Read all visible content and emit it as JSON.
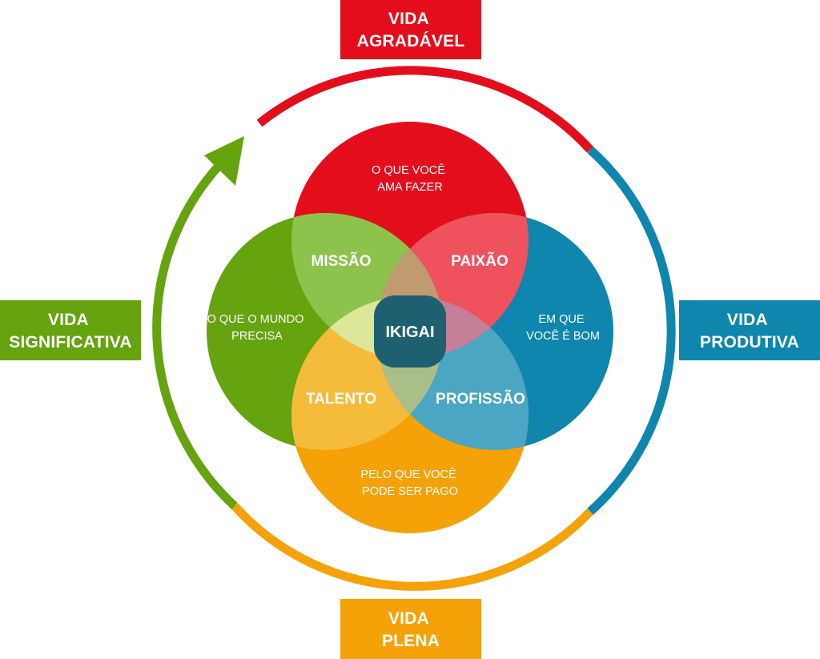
{
  "colors": {
    "red": "#e30d1c",
    "blue": "#0e86ae",
    "green": "#65a30f",
    "orange": "#f5a108",
    "center": "#1e6070"
  },
  "boxes": {
    "top": [
      "VIDA",
      "AGRADÁVEL"
    ],
    "right": [
      "VIDA",
      "PRODUTIVA"
    ],
    "bottom": [
      "VIDA",
      "PLENA"
    ],
    "left": [
      "VIDA",
      "SIGNIFICATIVA"
    ]
  },
  "circles": {
    "top": [
      "O QUE VOCÊ",
      "AMA FAZER"
    ],
    "right": [
      "EM QUE",
      "VOCÊ É BOM"
    ],
    "bottom": [
      "PELO QUE VOCÊ",
      "PODE SER PAGO"
    ],
    "left": [
      "O QUE O MUNDO",
      "PRECISA"
    ]
  },
  "overlaps": {
    "top_left": "MISSÃO",
    "top_right": "PAIXÃO",
    "bottom_left": "TALENTO",
    "bottom_right": "PROFISSÃO"
  },
  "center": "IKIGAI"
}
